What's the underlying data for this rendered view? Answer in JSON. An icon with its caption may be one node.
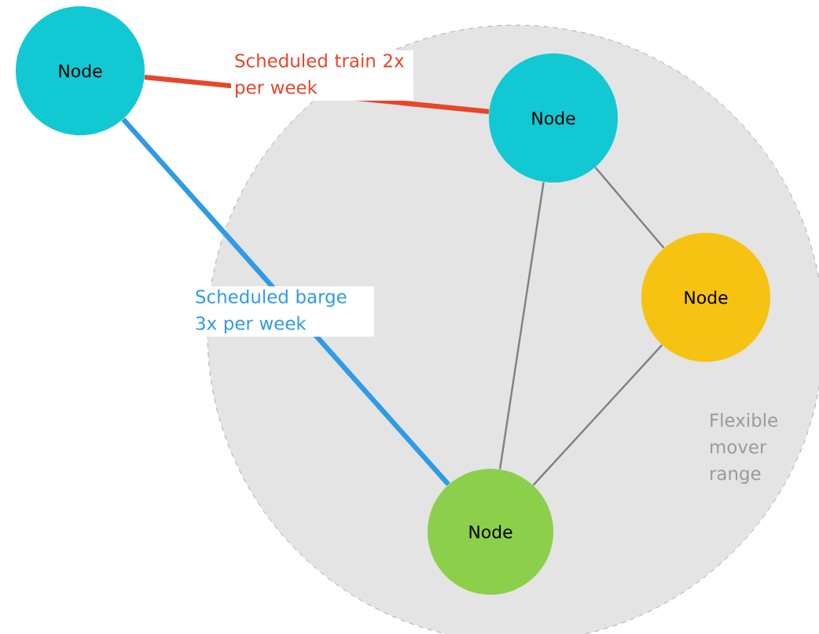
{
  "diagram": {
    "nodes": [
      {
        "text": [
          "Flexible mover range"
        ]
      },
      {
        "text": [
          "Node"
        ]
      },
      {
        "text": [
          "Node"
        ],
        "in": 0
      },
      {
        "text": [
          "Node"
        ],
        "in": 0
      },
      {
        "text": [
          "Node"
        ],
        "in": 0
      }
    ],
    "edges": [
      {
        "from": 1,
        "to": 2,
        "arrow": "none",
        "label": "Scheduled train 2x per week",
        "style": "thick",
        "color": "#e8462a"
      },
      {
        "from": 1,
        "to": 4,
        "arrow": "none",
        "label": "Scheduled barge 3x per week",
        "style": "thick",
        "color": "#2f9be6"
      },
      {
        "from": 2,
        "to": 4,
        "arrow": "none"
      },
      {
        "from": 2,
        "to": 3,
        "arrow": "none"
      },
      {
        "from": 3,
        "to": 4,
        "arrow": "none"
      }
    ]
  }
}
